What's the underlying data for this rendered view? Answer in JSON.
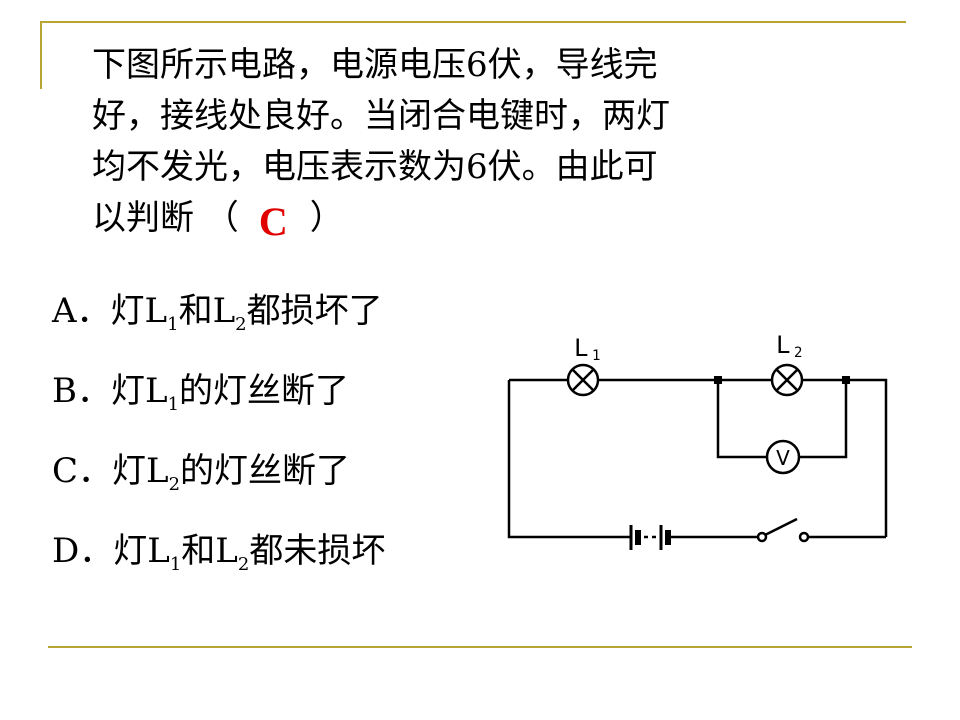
{
  "question": {
    "line1": "下图所示电路，电源电压6伏，导线完",
    "line2": "好，接线处良好。当闭合电键时，两灯",
    "line3": "均不发光，电压表示数为6伏。由此可",
    "line4_prefix": "以判断 （",
    "answer": "C",
    "line4_suffix": "）"
  },
  "options": [
    {
      "prefix": "A．灯L",
      "sub1": "1",
      "mid": "和L",
      "sub2": "2",
      "suffix": "都损坏了"
    },
    {
      "prefix": "B．灯L",
      "sub1": "1",
      "suffix": "的灯丝断了"
    },
    {
      "prefix": "C．灯L",
      "sub1": "2",
      "suffix": "的灯丝断了"
    },
    {
      "prefix": "D．灯L",
      "sub1": "1",
      "mid": "和L",
      "sub2": "2",
      "suffix": "都未损坏"
    }
  ],
  "circuit": {
    "lamp1_letter": "L",
    "lamp1_sub": "1",
    "lamp2_letter": "L",
    "lamp2_sub": "2",
    "voltmeter_symbol": "V",
    "icons": [
      "lamp-symbol",
      "voltmeter-symbol",
      "battery-symbol",
      "switch-symbol"
    ]
  },
  "colors": {
    "rule": "#b8a433",
    "answer": "#e00000"
  }
}
